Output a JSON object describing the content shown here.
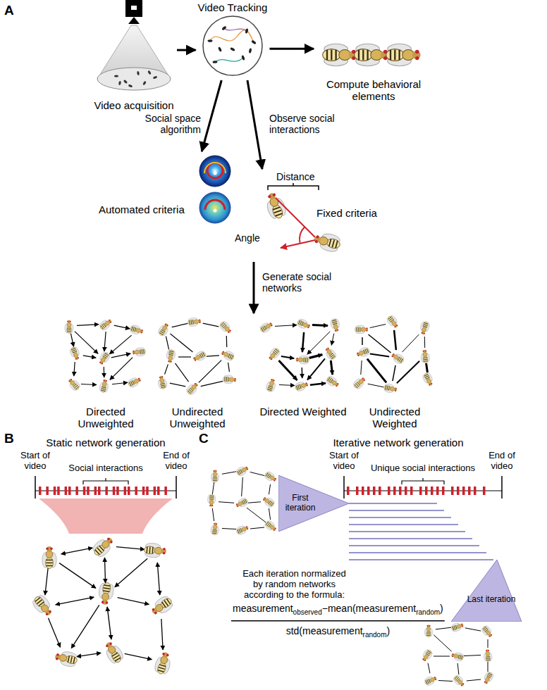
{
  "diagram": {
    "nodes": [
      {
        "text": [
          "Video acquisition"
        ]
      },
      {
        "text": [
          "Video Tracking"
        ]
      },
      {
        "text": [
          "Compute behavioral elements"
        ]
      },
      {
        "text": [
          "Automated criteria"
        ]
      },
      {
        "text": [
          "Fixed criteria"
        ]
      },
      {
        "text": [
          "Directed Unweighted"
        ]
      },
      {
        "text": [
          "Undirected Unweighted"
        ]
      },
      {
        "text": [
          "Directed Weighted"
        ]
      },
      {
        "text": [
          "Undirected Weighted"
        ]
      },
      {
        "text": [
          "First iteration"
        ]
      },
      {
        "text": [
          "Last iteration"
        ]
      }
    ],
    "edges": [
      {
        "from": 0,
        "to": 1,
        "arrow": "to"
      },
      {
        "from": 1,
        "to": 2,
        "arrow": "to"
      },
      {
        "from": 1,
        "to": 3,
        "label": "Social space algorithm",
        "arrow": "to"
      },
      {
        "from": 1,
        "to": 4,
        "label": "Observe social interactions",
        "arrow": "to"
      },
      {
        "from": 4,
        "to": 6,
        "label": "Generate social networks",
        "arrow": "to"
      }
    ],
    "labels": [
      "A",
      "Distance",
      "Angle",
      "B",
      "Static network generation",
      "Start of video",
      "End of video",
      "Social interactions",
      "C",
      "Iterative network generation",
      "Start of video",
      "End of video",
      "Unique social interactions",
      "Each iteration normalized by random networks according to the formula:",
      "measurement",
      "observed",
      "−mean(measurement",
      "random",
      ")",
      "std(measurement",
      "random",
      ")"
    ]
  }
}
